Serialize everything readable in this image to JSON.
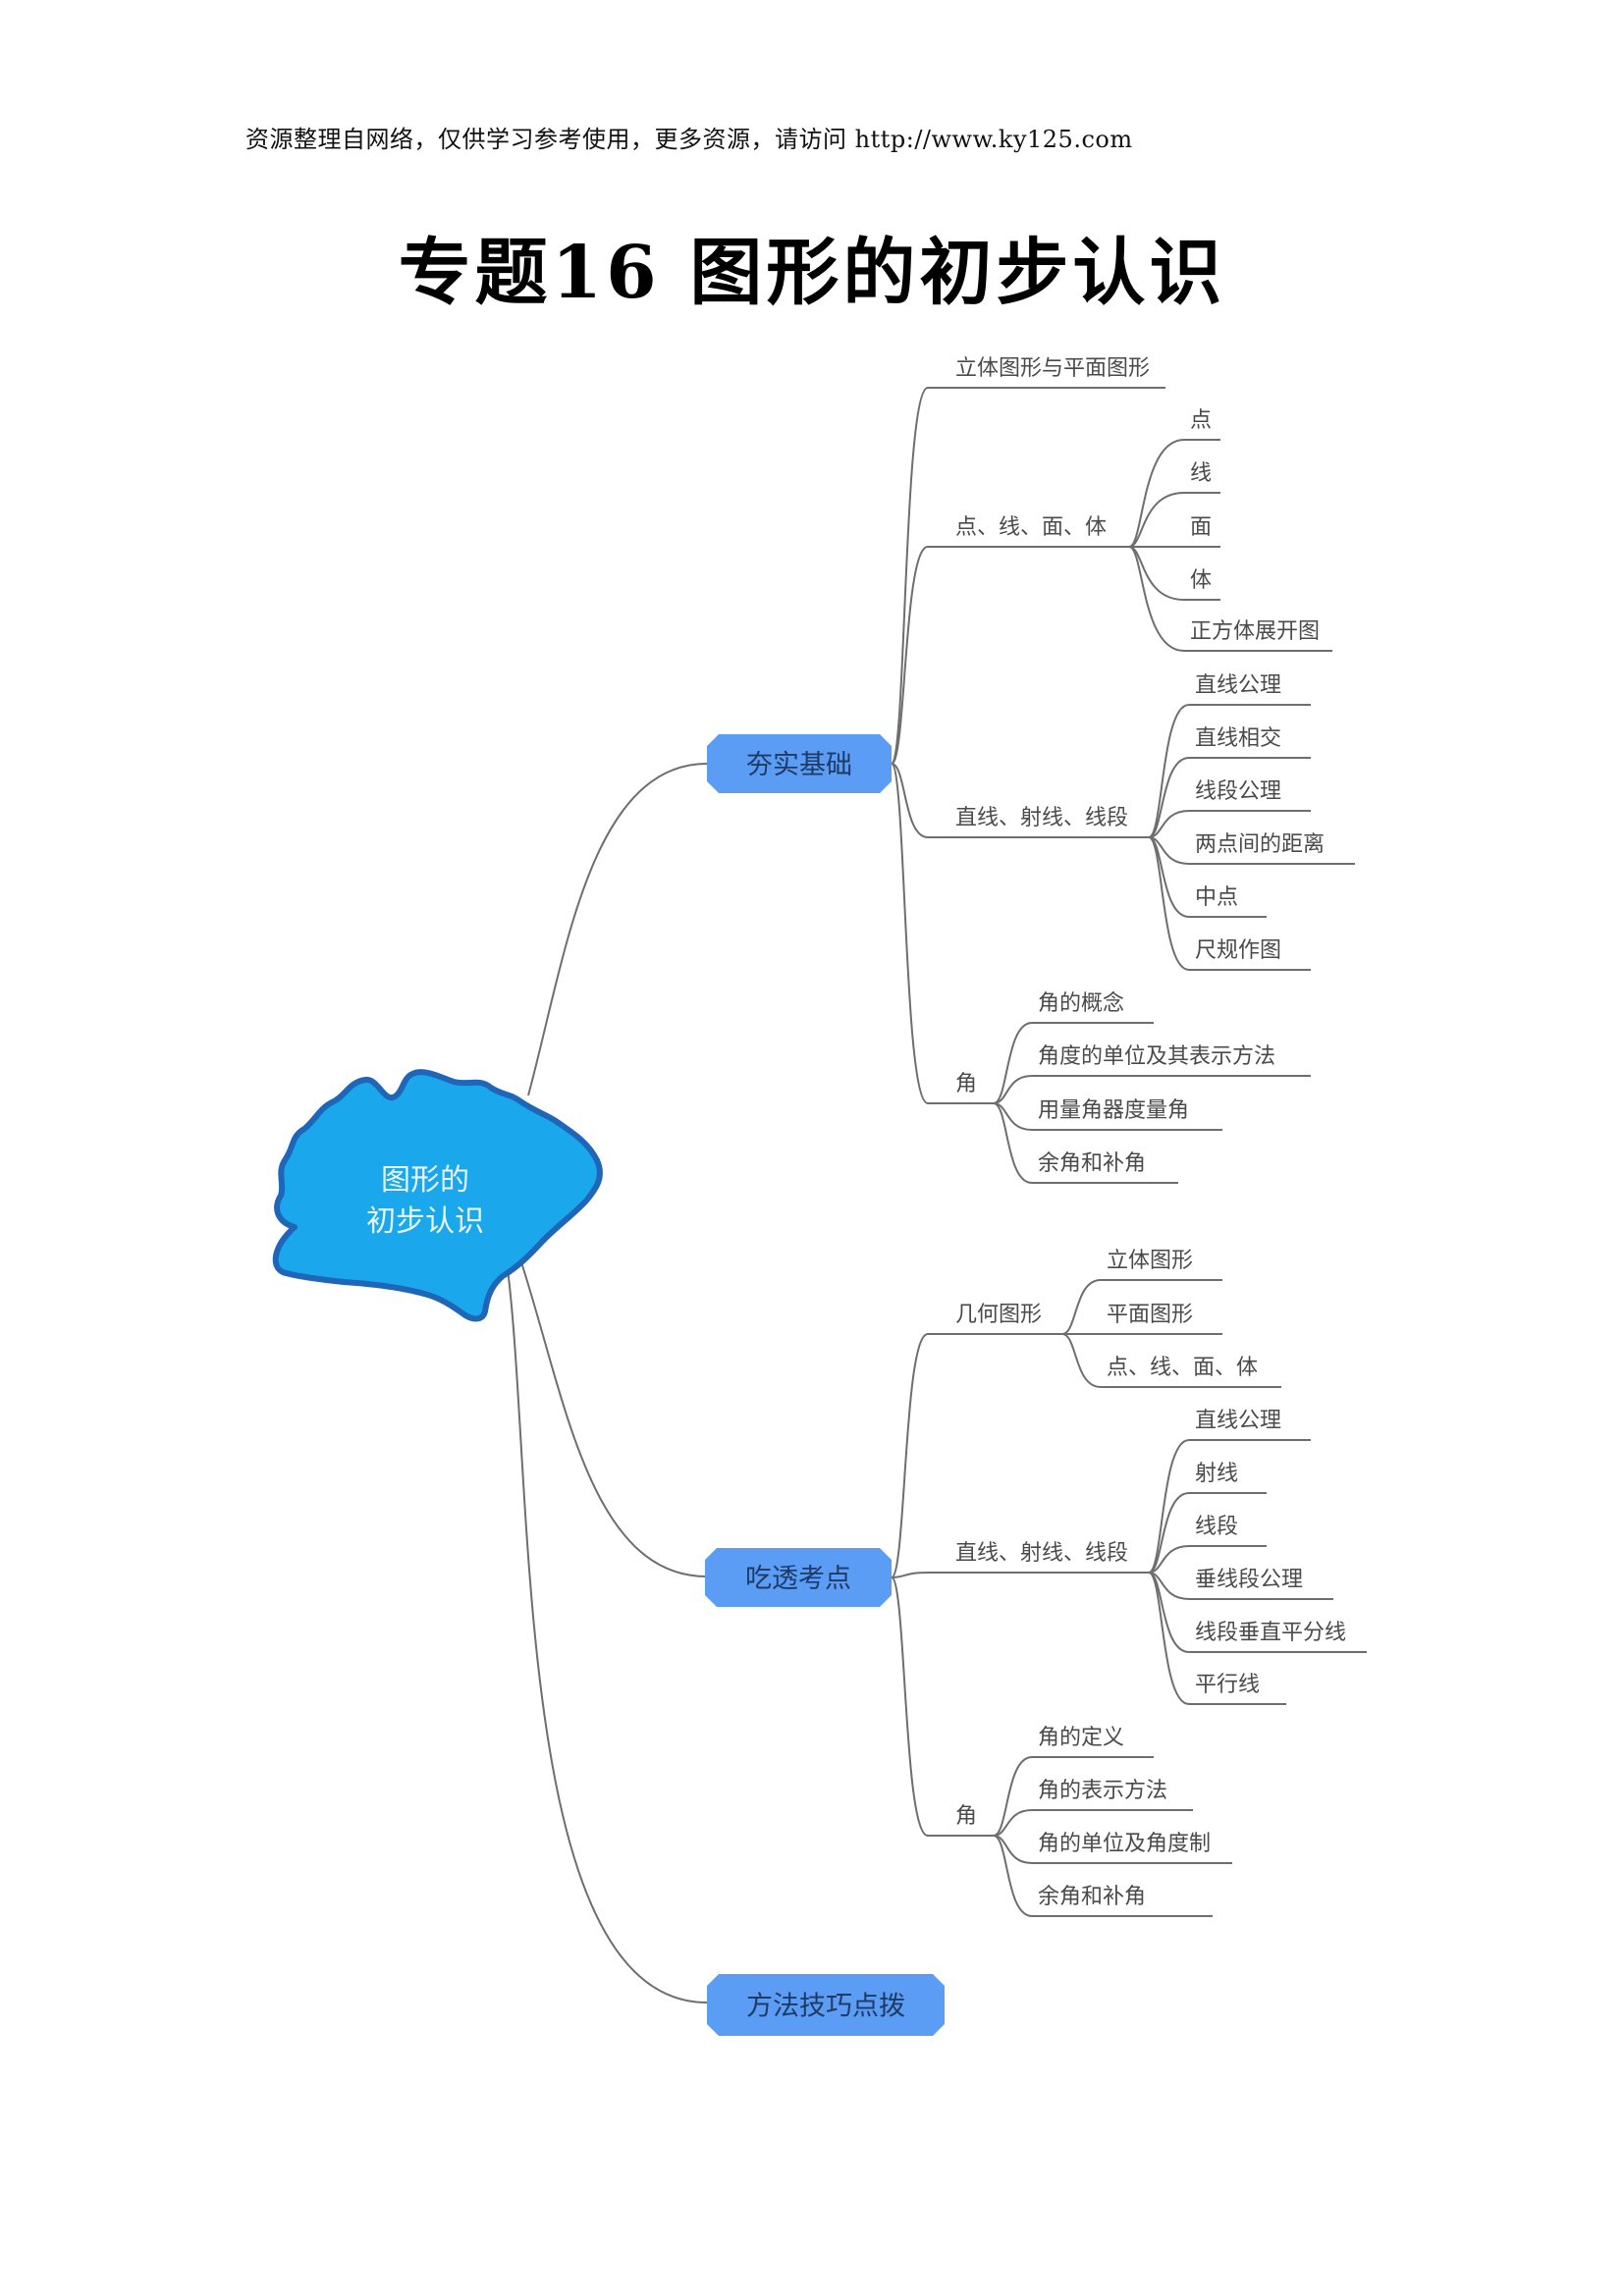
{
  "header": {
    "note": "资源整理自网络，仅供学习参考使用，更多资源，请访问 http://www.ky125.com",
    "title": "专题16  图形的初步认识"
  },
  "mindmap": {
    "root": {
      "lines": [
        "图形的",
        "初步认识"
      ],
      "fill": "#1aa7ec",
      "stroke": "#1f66b8"
    },
    "node_fill": "#5b9cf5",
    "branches": [
      {
        "label": "夯实基础",
        "children": [
          {
            "label": "立体图形与平面图形",
            "children": []
          },
          {
            "label": "点、线、面、体",
            "children": [
              "点",
              "线",
              "面",
              "体",
              "正方体展开图"
            ]
          },
          {
            "label": "直线、射线、线段",
            "children": [
              "直线公理",
              "直线相交",
              "线段公理",
              "两点间的距离",
              "中点",
              "尺规作图"
            ]
          },
          {
            "label": "角",
            "children": [
              "角的概念",
              "角度的单位及其表示方法",
              "用量角器度量角",
              "余角和补角"
            ]
          }
        ]
      },
      {
        "label": "吃透考点",
        "children": [
          {
            "label": "几何图形",
            "children": [
              "立体图形",
              "平面图形",
              "点、线、面、体"
            ]
          },
          {
            "label": "直线、射线、线段",
            "children": [
              "直线公理",
              "射线",
              "线段",
              "垂线段公理",
              "线段垂直平分线",
              "平行线"
            ]
          },
          {
            "label": "角",
            "children": [
              "角的定义",
              "角的表示方法",
              "角的单位及角度制",
              "余角和补角"
            ]
          }
        ]
      },
      {
        "label": "方法技巧点拨",
        "children": []
      }
    ]
  }
}
